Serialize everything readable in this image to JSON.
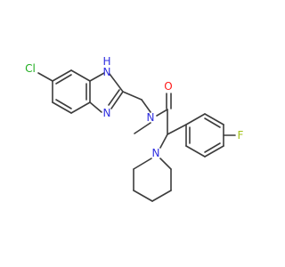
{
  "molecule": {
    "atoms": {
      "cl": {
        "label": "Cl",
        "color": "#1fae1f"
      },
      "nh": {
        "label": "H",
        "color": "#2f2fe0"
      },
      "n1": {
        "label": "N",
        "color": "#2f2fe0"
      },
      "n3": {
        "label": "N",
        "color": "#2f2fe0"
      },
      "namide": {
        "label": "N",
        "color": "#2f2fe0"
      },
      "o": {
        "label": "O",
        "color": "#ff1a1a"
      },
      "f": {
        "label": "F",
        "color": "#a3c21a"
      },
      "npip": {
        "label": "N",
        "color": "#2f2fe0"
      }
    },
    "bond_color": "#3c3c3c"
  }
}
